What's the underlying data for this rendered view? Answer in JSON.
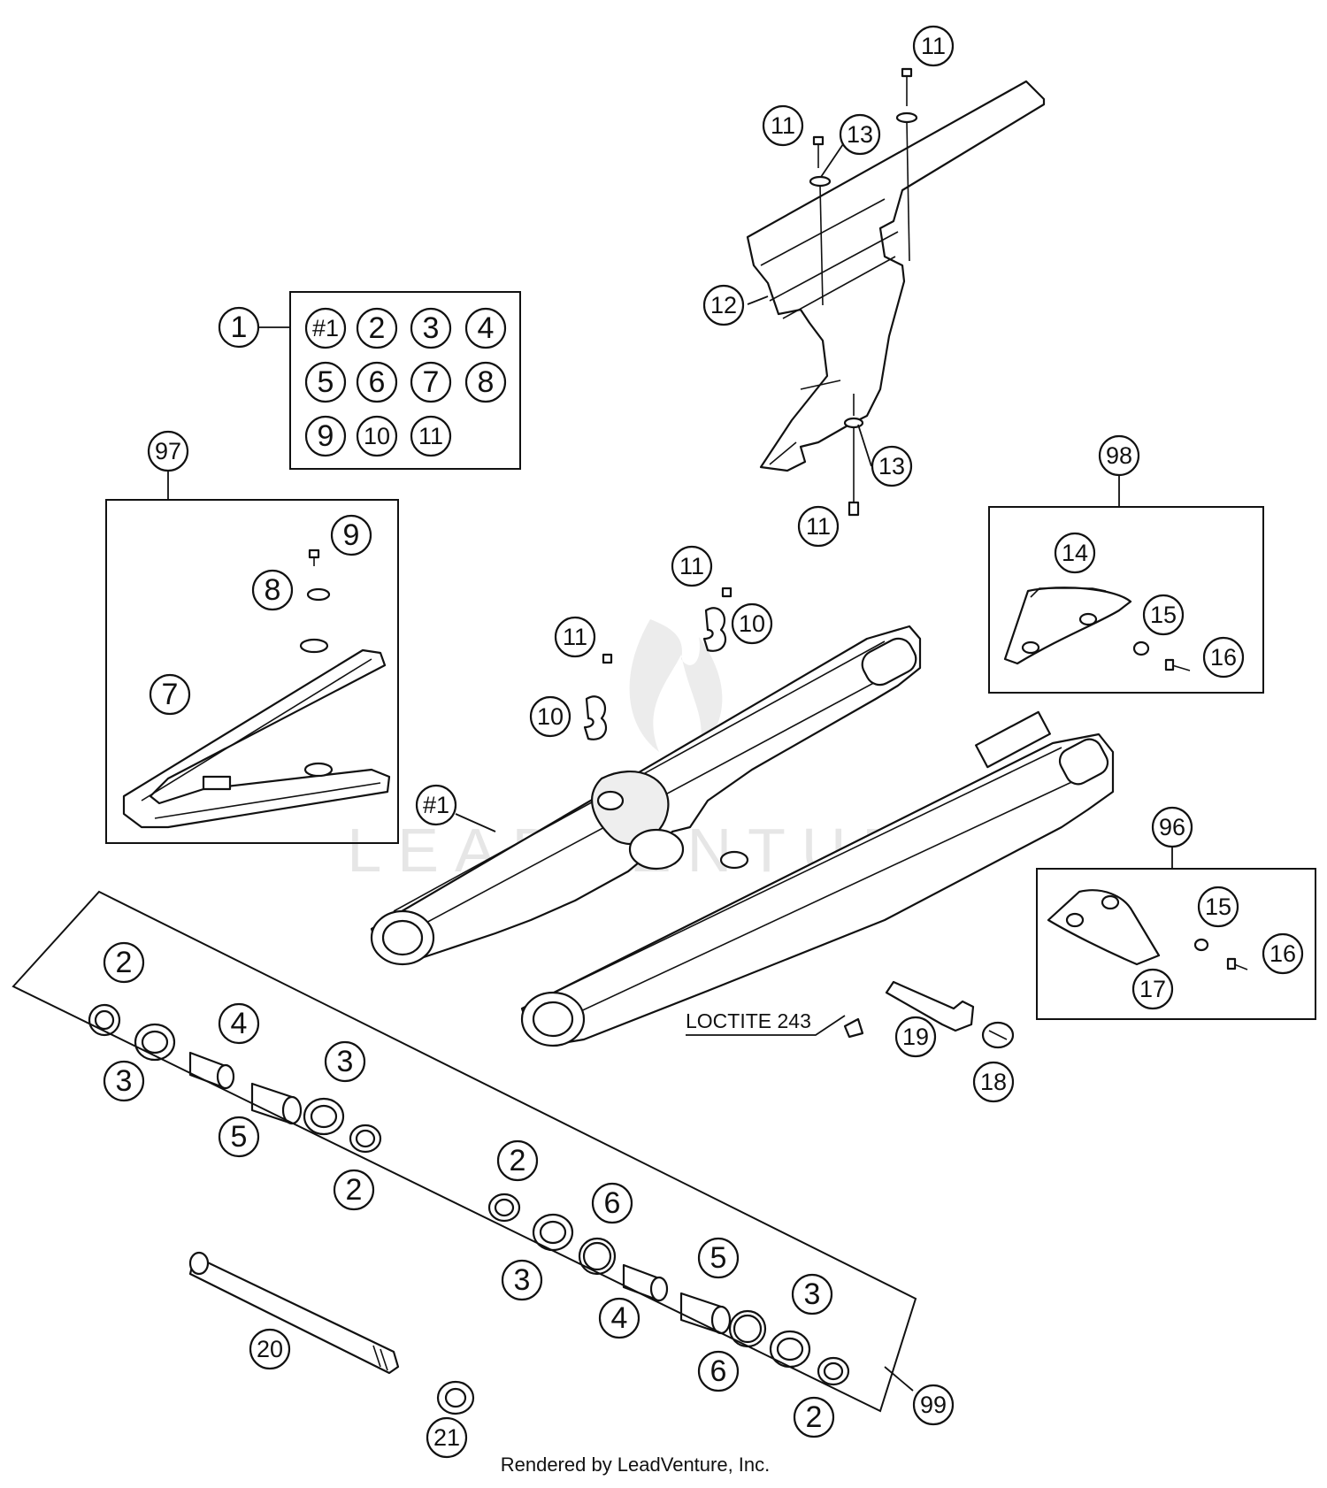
{
  "watermark": "LEADVENTURE",
  "footer": "Rendered by LeadVenture, Inc.",
  "annotation": "LOCTITE 243",
  "callouts": {
    "c1": "1",
    "k1": "#1",
    "k2": "2",
    "k3": "3",
    "k4": "4",
    "k5": "5",
    "k6": "6",
    "k7": "7",
    "k8": "8",
    "k9": "9",
    "k10": "10",
    "k11": "11",
    "c97": "97",
    "c7": "7",
    "c8": "8",
    "c9": "9",
    "c11a": "11",
    "c11b": "11",
    "c13a": "13",
    "c12": "12",
    "c13b": "13",
    "c11c": "11",
    "c11d": "11",
    "c11e": "11",
    "c10a": "10",
    "c10b": "10",
    "c1m": "#1",
    "c98": "98",
    "c14": "14",
    "c15a": "15",
    "c16a": "16",
    "c96": "96",
    "c15b": "15",
    "c16b": "16",
    "c17": "17",
    "c19": "19",
    "c18": "18",
    "c2a": "2",
    "c3a": "3",
    "c4a": "4",
    "c3b": "3",
    "c5a": "5",
    "c2b": "2",
    "c2c": "2",
    "c6a": "6",
    "c3c": "3",
    "c5b": "5",
    "c4b": "4",
    "c3d": "3",
    "c6b": "6",
    "c2d": "2",
    "c20": "20",
    "c21": "21",
    "c99": "99"
  }
}
